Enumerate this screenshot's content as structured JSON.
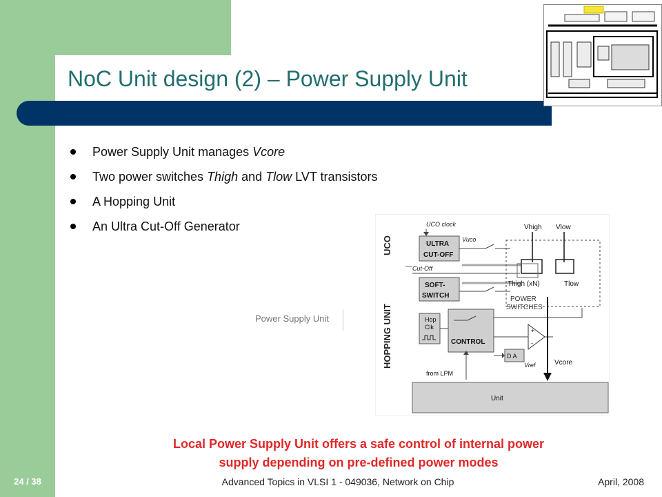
{
  "slide": {
    "title": "NoC Unit design (2) – Power Supply Unit",
    "bullets": [
      {
        "parts": [
          {
            "t": "Power Supply Unit manages "
          },
          {
            "t": "Vcore",
            "i": true
          }
        ]
      },
      {
        "parts": [
          {
            "t": "Two power switches "
          },
          {
            "t": "Thigh",
            "i": true
          },
          {
            "t": " and "
          },
          {
            "t": "Tlow",
            "i": true
          },
          {
            "t": " LVT transistors"
          }
        ]
      },
      {
        "parts": [
          {
            "t": "A Hopping Unit"
          }
        ]
      },
      {
        "parts": [
          {
            "t": "An Ultra Cut-Off Generator"
          }
        ]
      }
    ],
    "callout_label": "Power Supply Unit",
    "summary_line1": "Local Power Supply Unit offers a safe control of internal power",
    "summary_line2": "supply depending on pre-defined power modes",
    "slide_number": "24 / 38",
    "footer": "Advanced Topics in VLSI 1 - 049036, Network on Chip",
    "date": "April, 2008"
  },
  "diagram": {
    "section_uco": "UCO",
    "section_hopping": "HOPPING UNIT",
    "uco_clock": "UCO clock",
    "ultra_line1": "ULTRA",
    "ultra_line2": "CUT-OFF",
    "vuco": "Vuco",
    "cut_off": "Cut-Off",
    "soft_line1": "SOFT-",
    "soft_line2": "SWITCH",
    "vhigh": "Vhigh",
    "vlow": "Vlow",
    "thigh": "Thigh (xN)",
    "tlow": "Tlow",
    "ps_line1": "POWER",
    "ps_line2": "SWITCHES",
    "hop_line1": "Hop",
    "hop_line2": "Clk",
    "control": "CONTROL",
    "dac": "D A",
    "vref": "Vref",
    "vcore": "Vcore",
    "from_lpm": "from LPM",
    "unit": "Unit",
    "plus": "+",
    "minus": "-"
  },
  "colors": {
    "green_band": "#99cc99",
    "title_text": "#226e6e",
    "title_bar": "#003366",
    "summary_text": "#e02828"
  }
}
